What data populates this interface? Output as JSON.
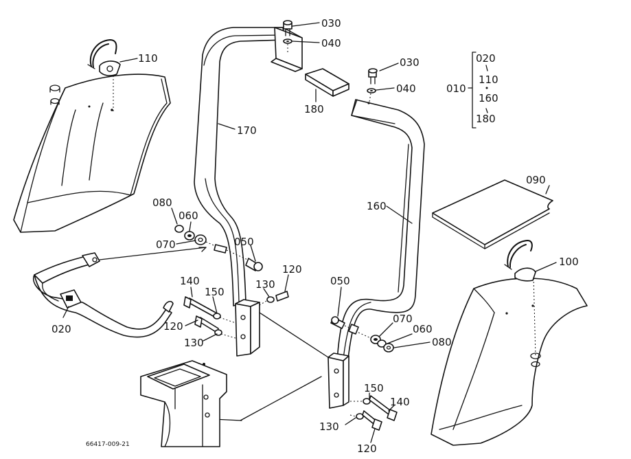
{
  "diagram": {
    "figure_code": "66417-009-21",
    "assembly": {
      "parent": "010",
      "members": [
        "020",
        "110",
        "160",
        "180"
      ]
    },
    "callouts": {
      "p030a": "030",
      "p040a": "040",
      "p030b": "030",
      "p040b": "040",
      "p110": "110",
      "p180": "180",
      "p170": "170",
      "p090": "090",
      "p160": "160",
      "p100": "100",
      "p080a": "080",
      "p060a": "060",
      "p070a": "070",
      "p050a": "050",
      "p120a": "120",
      "p130a": "130",
      "p140a": "140",
      "p150a": "150",
      "p120b": "120",
      "p130b": "130",
      "p020": "020",
      "p050b": "050",
      "p070b": "070",
      "p060b": "060",
      "p080b": "080",
      "p150b": "150",
      "p140b": "140",
      "p130c": "130",
      "p120c": "120"
    }
  }
}
